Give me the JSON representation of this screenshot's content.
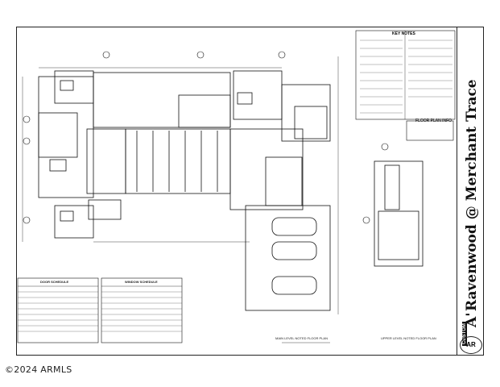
{
  "titleblock": {
    "project_name": "Ravenwood @ Merchant Trace",
    "lot": "A'",
    "brand_tag": "CUSTOM",
    "logo_text": "AR"
  },
  "keynotes": {
    "title": "KEY NOTES"
  },
  "floor_plan_info": {
    "title": "FLOOR PLAN INFO"
  },
  "schedules": {
    "door": {
      "title": "DOOR SCHEDULE"
    },
    "window": {
      "title": "WINDOW SCHEDULE"
    }
  },
  "plans": {
    "main": {
      "title": "MAIN LEVEL NOTED FLOOR PLAN"
    },
    "upper": {
      "title": "UPPER LEVEL NOTED FLOOR PLAN"
    }
  },
  "watermark": {
    "copyright": "©2024 ARMLS"
  }
}
